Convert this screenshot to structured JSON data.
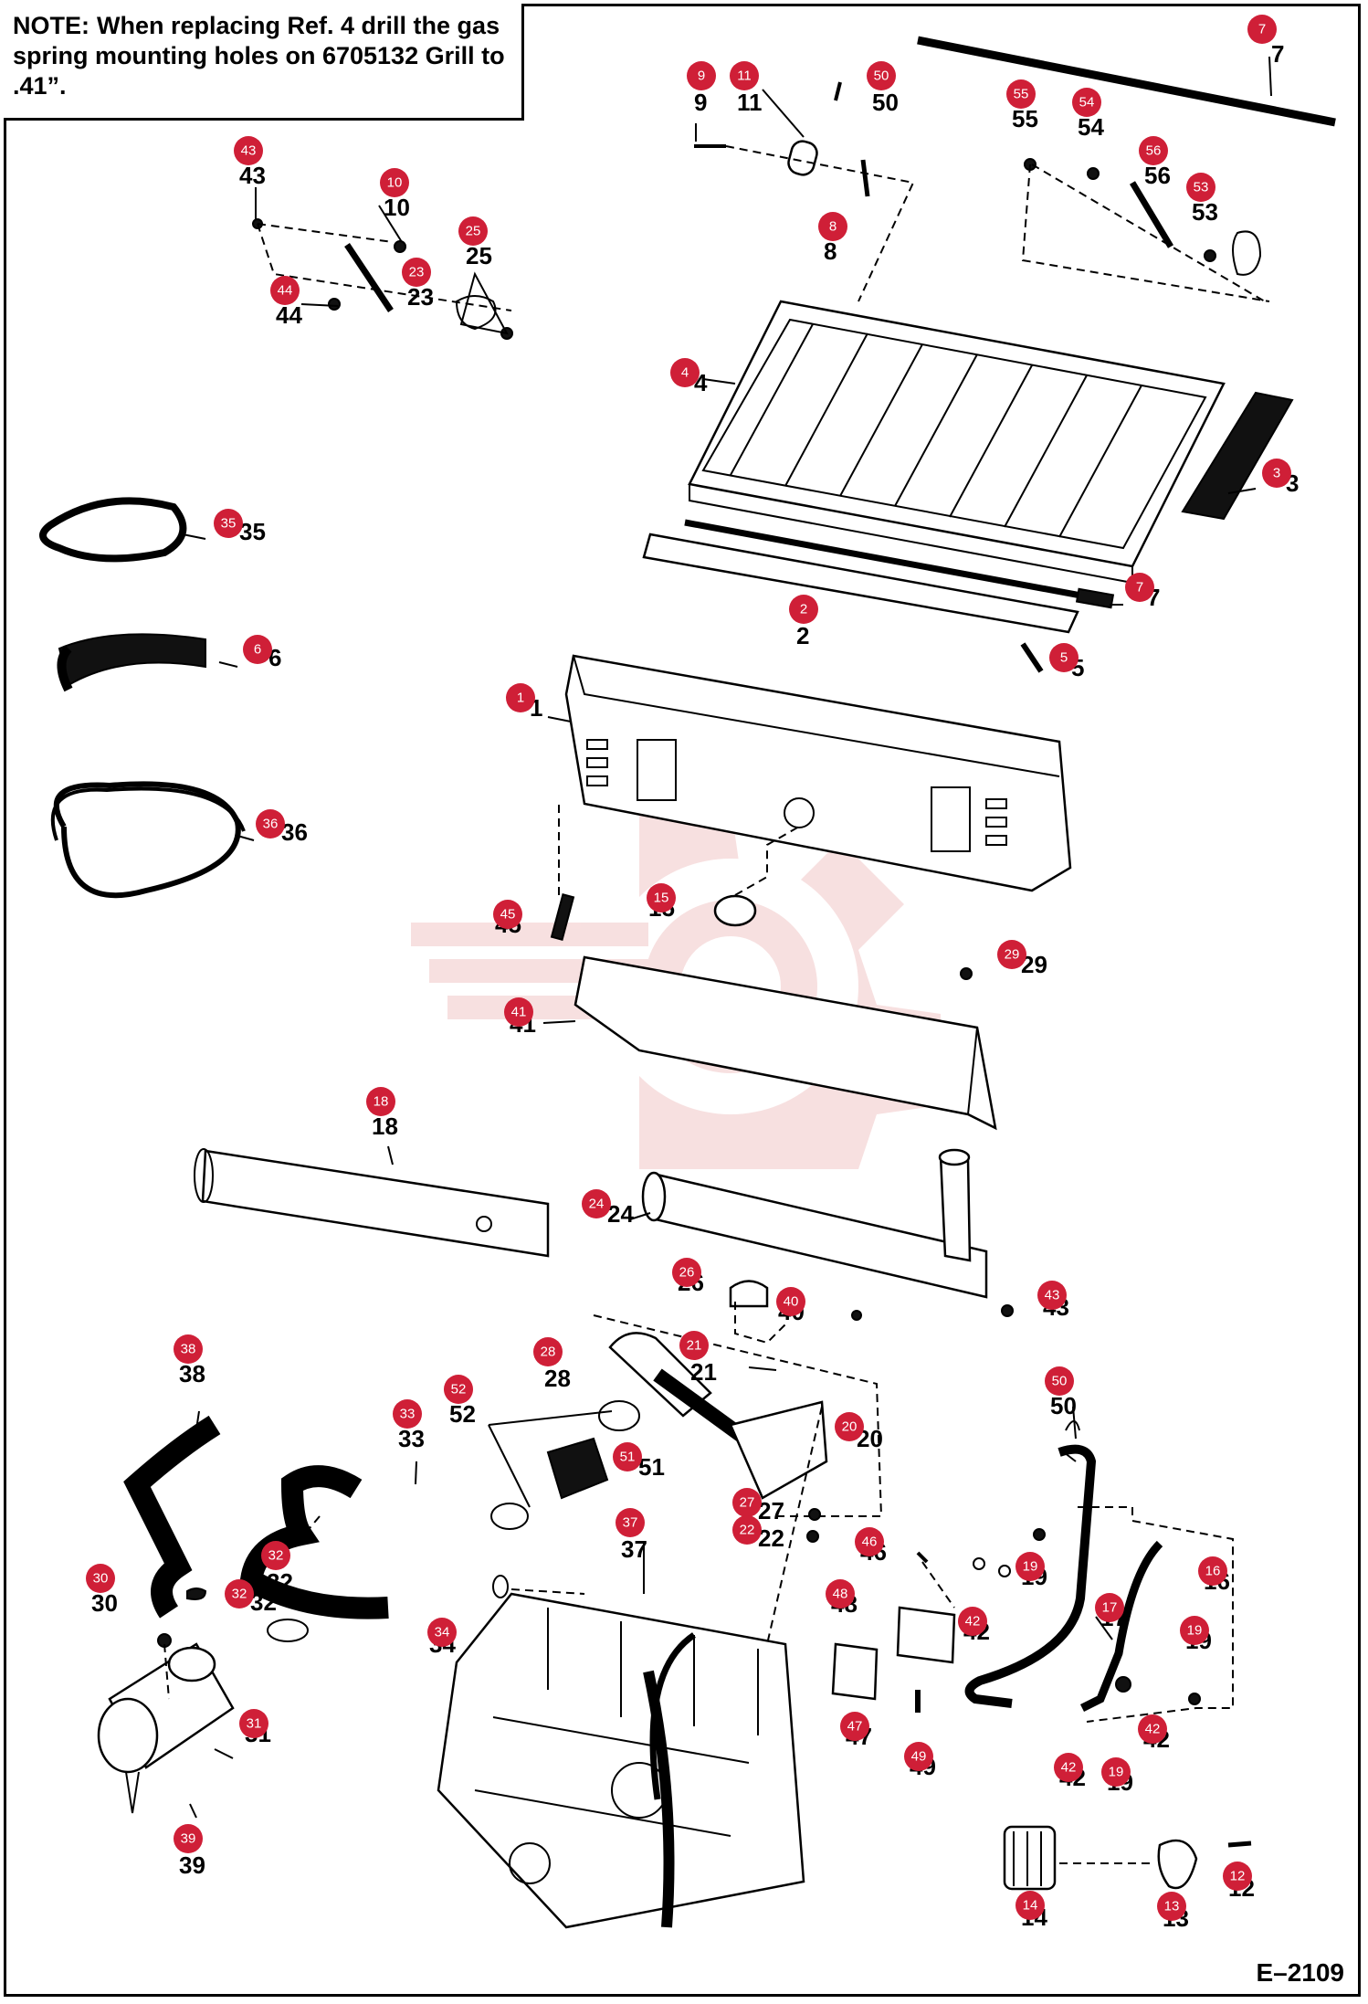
{
  "note": {
    "label": "NOTE:",
    "text": "When replacing Ref. 4 drill the gas spring mounting holes on 6705132 Grill to .41”."
  },
  "drawing_number": "E–2109",
  "callouts": [
    {
      "id": "7a",
      "number": "7",
      "label": "7"
    },
    {
      "id": "9",
      "number": "9",
      "label": "9"
    },
    {
      "id": "11",
      "number": "11",
      "label": "11"
    },
    {
      "id": "50a",
      "number": "50",
      "label": "50"
    },
    {
      "id": "55",
      "number": "55",
      "label": "55"
    },
    {
      "id": "54",
      "number": "54",
      "label": "54"
    },
    {
      "id": "56",
      "number": "56",
      "label": "56"
    },
    {
      "id": "53",
      "number": "53",
      "label": "53"
    },
    {
      "id": "43a",
      "number": "43",
      "label": "43"
    },
    {
      "id": "10",
      "number": "10",
      "label": "10"
    },
    {
      "id": "8",
      "number": "8",
      "label": "8"
    },
    {
      "id": "25",
      "number": "25",
      "label": "25"
    },
    {
      "id": "23",
      "number": "23",
      "label": "23"
    },
    {
      "id": "44",
      "number": "44",
      "label": "44"
    },
    {
      "id": "4",
      "number": "4",
      "label": "4"
    },
    {
      "id": "3",
      "number": "3",
      "label": "3"
    },
    {
      "id": "35",
      "number": "35",
      "label": "35"
    },
    {
      "id": "2",
      "number": "2",
      "label": "2"
    },
    {
      "id": "7b",
      "number": "7",
      "label": "7"
    },
    {
      "id": "6",
      "number": "6",
      "label": "6"
    },
    {
      "id": "5",
      "number": "5",
      "label": "5"
    },
    {
      "id": "1",
      "number": "1",
      "label": "1"
    },
    {
      "id": "36",
      "number": "36",
      "label": "36"
    },
    {
      "id": "45",
      "number": "45",
      "label": "45"
    },
    {
      "id": "15",
      "number": "15",
      "label": "15"
    },
    {
      "id": "29",
      "number": "29",
      "label": "29"
    },
    {
      "id": "41",
      "number": "41",
      "label": "41"
    },
    {
      "id": "18",
      "number": "18",
      "label": "18"
    },
    {
      "id": "24",
      "number": "24",
      "label": "24"
    },
    {
      "id": "26",
      "number": "26",
      "label": "26"
    },
    {
      "id": "40",
      "number": "40",
      "label": "40"
    },
    {
      "id": "43b",
      "number": "43",
      "label": "43"
    },
    {
      "id": "38",
      "number": "38",
      "label": "38"
    },
    {
      "id": "28",
      "number": "28",
      "label": "28"
    },
    {
      "id": "21",
      "number": "21",
      "label": "21"
    },
    {
      "id": "52a",
      "number": "52",
      "label": "52"
    },
    {
      "id": "33",
      "number": "33",
      "label": "33"
    },
    {
      "id": "51",
      "number": "51",
      "label": "51"
    },
    {
      "id": "20",
      "number": "20",
      "label": "20"
    },
    {
      "id": "50b",
      "number": "50",
      "label": "50"
    },
    {
      "id": "37",
      "number": "37",
      "label": "37"
    },
    {
      "id": "27",
      "number": "27",
      "label": "27"
    },
    {
      "id": "22",
      "number": "22",
      "label": "22"
    },
    {
      "id": "46",
      "number": "46",
      "label": "46"
    },
    {
      "id": "32a",
      "number": "32",
      "label": "32"
    },
    {
      "id": "30",
      "number": "30",
      "label": "30"
    },
    {
      "id": "32b",
      "number": "32",
      "label": "32"
    },
    {
      "id": "34",
      "number": "34",
      "label": "34"
    },
    {
      "id": "48",
      "number": "48",
      "label": "48"
    },
    {
      "id": "42a",
      "number": "42",
      "label": "42"
    },
    {
      "id": "19a",
      "number": "19",
      "label": "19"
    },
    {
      "id": "16",
      "number": "16",
      "label": "16"
    },
    {
      "id": "17",
      "number": "17",
      "label": "17"
    },
    {
      "id": "19b",
      "number": "19",
      "label": "19"
    },
    {
      "id": "47",
      "number": "47",
      "label": "47"
    },
    {
      "id": "49",
      "number": "49",
      "label": "49"
    },
    {
      "id": "42b",
      "number": "42",
      "label": "42"
    },
    {
      "id": "42c",
      "number": "42",
      "label": "42"
    },
    {
      "id": "19c",
      "number": "19",
      "label": "19"
    },
    {
      "id": "31",
      "number": "31",
      "label": "31"
    },
    {
      "id": "39",
      "number": "39",
      "label": "39"
    },
    {
      "id": "12",
      "number": "12",
      "label": "12"
    },
    {
      "id": "13",
      "number": "13",
      "label": "13"
    },
    {
      "id": "14",
      "number": "14",
      "label": "14"
    }
  ],
  "colors": {
    "callout_badge": "#cf1f37",
    "line_art": "#000000",
    "watermark": "#f2c7c7"
  }
}
